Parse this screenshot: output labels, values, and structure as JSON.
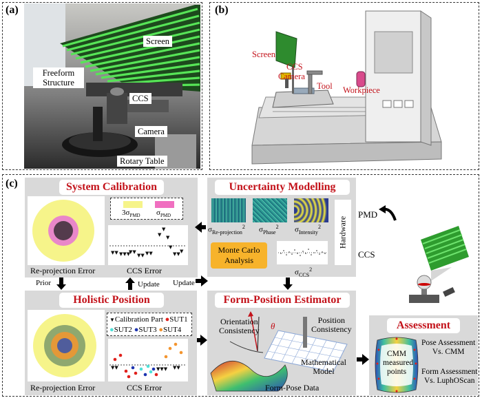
{
  "panel_a": {
    "label": "(a)",
    "screen": "Screen",
    "freeform_line1": "Freeform",
    "freeform_line2": "Structure",
    "ccs": "CCS",
    "camera": "Camera",
    "rotary": "Rotary Table"
  },
  "panel_b": {
    "label": "(b)",
    "screen": "Screen",
    "ccs": "CCS",
    "camera": "Camera",
    "tool": "Tool",
    "workpiece": "Workpiece"
  },
  "panel_c": {
    "label": "(c)",
    "system_calibration": {
      "title": "System Calibration",
      "legend_3sigma": "3σ",
      "legend_sigma": "σ",
      "legend_sub": "PMD",
      "reproj_caption": "Re-projection Error",
      "ccs_caption": "CCS Error"
    },
    "uncertainty": {
      "title": "Uncertainty Modelling",
      "sigma_reproj": "σ",
      "sub_reproj": "Re-projection",
      "sigma_phase": "σ",
      "sub_phase": "Phase",
      "sigma_intensity": "σ",
      "sub_intensity": "Intensity",
      "sup2": "2",
      "hardware": "Hardware",
      "pmd": "PMD",
      "ccs": "CCS",
      "monte_carlo_line1": "Monte Carlo",
      "monte_carlo_line2": "Analysis",
      "sigma_ccs": "σ",
      "sub_ccs": "CCS"
    },
    "arrows": {
      "prior": "Prior",
      "update_left": "Update",
      "update_right": "Update"
    },
    "holistic": {
      "title": "Holistic Position",
      "legend_calib": "Calibration Part",
      "sut1": "SUT1",
      "sut2": "SUT2",
      "sut3": "SUT3",
      "sut4": "SUT4",
      "reproj_caption": "Re-projection Error",
      "ccs_caption": "CCS Error"
    },
    "estimator": {
      "title": "Form-Position Estimator",
      "orientation_line1": "Orientation",
      "orientation_line2": "Consistency",
      "position_line1": "Position",
      "position_line2": "Consistency",
      "theta": "θ",
      "math_line1": "Mathematical",
      "math_line2": "Model",
      "form_pose": "Form-Pose Data"
    },
    "assessment": {
      "title": "Assessment",
      "cmm_line1": "CMM",
      "cmm_line2": "measured",
      "cmm_line3": "points",
      "pose_line1": "Pose Assessment",
      "pose_line2": "Vs. CMM",
      "form_line1": "Form Assessment",
      "form_line2": "Vs. LuphOScan"
    }
  },
  "colors": {
    "accent_red": "#c3121a",
    "panel_grey": "#d9d9d9",
    "screen_green": "#3fbf3f",
    "scatter_yellow": "#f6f48a",
    "monte_carlo_orange": "#f7b32b",
    "legend_pink": "#f06fc0"
  }
}
